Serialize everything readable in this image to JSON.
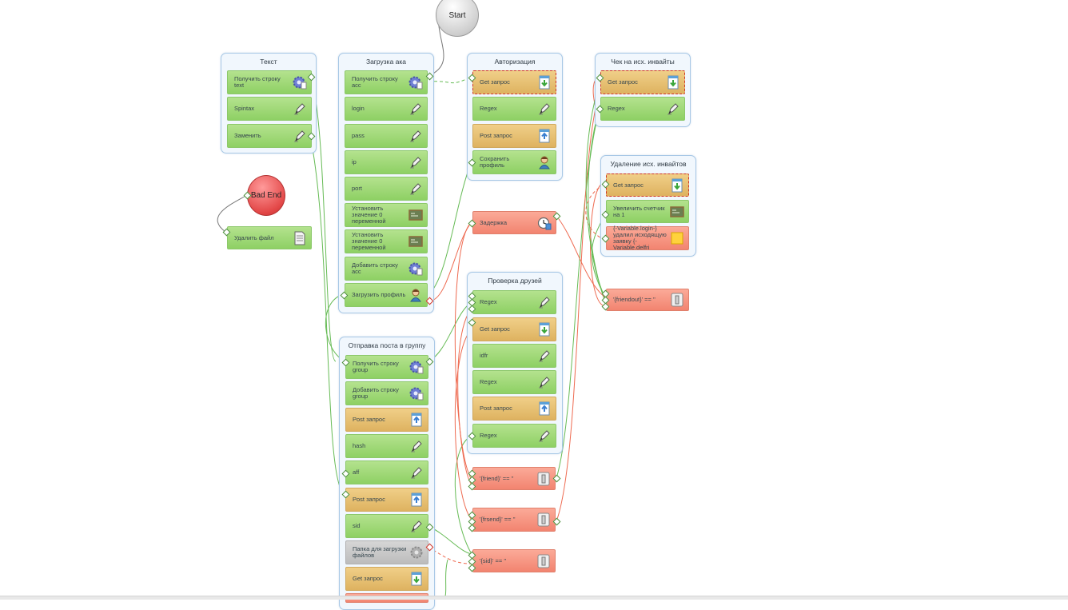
{
  "start_label": "Start",
  "badend_label": "Bad End",
  "groups": [
    {
      "id": "tekst",
      "title": "Текст"
    },
    {
      "id": "zagruzka",
      "title": "Загрузка ака"
    },
    {
      "id": "avtorizaciya",
      "title": "Авторизация"
    },
    {
      "id": "chek",
      "title": "Чек на исх. инвайты"
    },
    {
      "id": "udalenie",
      "title": "Удаление исх. инвайтов"
    },
    {
      "id": "proverka",
      "title": "Проверка друзей"
    },
    {
      "id": "otpravka",
      "title": "Отправка поста в группу"
    }
  ],
  "actions": {
    "t1": {
      "label": "Получить строку text",
      "icon": "gear-icon"
    },
    "t2": {
      "label": "Spintax",
      "icon": "pen-icon"
    },
    "t3": {
      "label": "Заменить",
      "icon": "pen-icon"
    },
    "del": {
      "label": "Удалить файл",
      "icon": "file-icon"
    },
    "z1": {
      "label": "Получить строку acc",
      "icon": "gear-icon"
    },
    "z2": {
      "label": "login",
      "icon": "pen-icon"
    },
    "z3": {
      "label": "pass",
      "icon": "pen-icon"
    },
    "z4": {
      "label": "ip",
      "icon": "pen-icon"
    },
    "z5": {
      "label": "port",
      "icon": "pen-icon"
    },
    "z6": {
      "label": "Установить значение 0 переменной",
      "icon": "board-icon"
    },
    "z7": {
      "label": "Установить значение 0 переменной",
      "icon": "board-icon"
    },
    "z8": {
      "label": "Добавить строку acc",
      "icon": "gear-icon"
    },
    "z9": {
      "label": "Загрузить профиль",
      "icon": "person-icon"
    },
    "a1": {
      "label": "Get запрос",
      "icon": "download-icon"
    },
    "a2": {
      "label": "Regex",
      "icon": "pen-icon"
    },
    "a3": {
      "label": "Post запрос",
      "icon": "upload-icon"
    },
    "a4": {
      "label": "Сохранить профиль",
      "icon": "person-icon"
    },
    "c1": {
      "label": "Get запрос",
      "icon": "download-icon"
    },
    "c2": {
      "label": "Regex",
      "icon": "pen-icon"
    },
    "u1": {
      "label": "Get запрос",
      "icon": "download-icon"
    },
    "u2": {
      "label": "Увеличить счетчик на 1",
      "icon": "board-icon"
    },
    "u3": {
      "label": "{-Variable.login-} удалил исходящую заявку {-Variable.delfri",
      "icon": "note-icon"
    },
    "zad": {
      "label": "Задержка",
      "icon": "clock-icon"
    },
    "p1": {
      "label": "Regex",
      "icon": "pen-icon"
    },
    "p2": {
      "label": "Get запрос",
      "icon": "download-icon"
    },
    "p3": {
      "label": "idfr",
      "icon": "pen-icon"
    },
    "p4": {
      "label": "Regex",
      "icon": "pen-icon"
    },
    "p5": {
      "label": "Post запрос",
      "icon": "upload-icon"
    },
    "p6": {
      "label": "Regex",
      "icon": "pen-icon"
    },
    "o1": {
      "label": "Получить строку group",
      "icon": "gear-icon"
    },
    "o2": {
      "label": "Добавить строку group",
      "icon": "gear-icon"
    },
    "o3": {
      "label": "Post запрос",
      "icon": "upload-icon"
    },
    "o4": {
      "label": "hash",
      "icon": "pen-icon"
    },
    "o5": {
      "label": "aff",
      "icon": "pen-icon"
    },
    "o6": {
      "label": "Post запрос",
      "icon": "upload-icon"
    },
    "o7": {
      "label": "sid",
      "icon": "pen-icon"
    },
    "o8": {
      "label": "Папка для загрузки файлов",
      "icon": "gear-gray-icon"
    },
    "o9": {
      "label": "Get запрос",
      "icon": "download-icon"
    },
    "if1": {
      "label": "'{friendout}' == ''",
      "icon": "switch-icon"
    },
    "if2": {
      "label": "'{friend}' == ''",
      "icon": "switch-icon"
    },
    "if3": {
      "label": "'{frsend}' == ''",
      "icon": "switch-icon"
    },
    "if4": {
      "label": "'{sid}' == ''",
      "icon": "switch-icon"
    }
  },
  "colors": {
    "ok_wire": "#66bb55",
    "error_wire": "#ee6a50",
    "group_border": "#a8c8e6",
    "action_green": "#9fd878",
    "action_orange": "#e3bb6c",
    "action_red": "#f7937d"
  }
}
